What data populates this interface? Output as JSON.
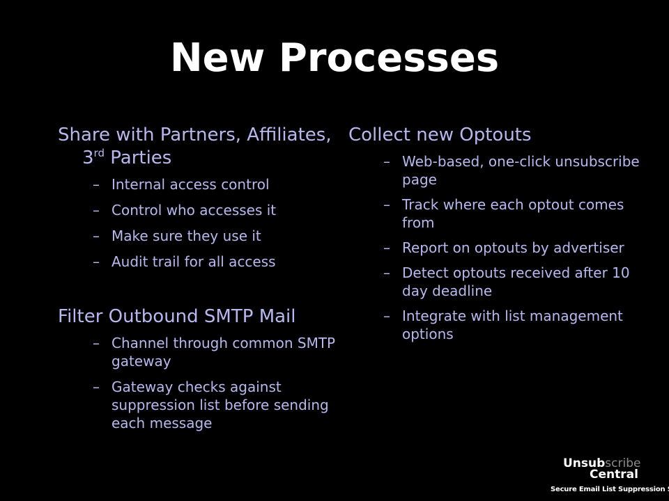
{
  "slide": {
    "title": "New Processes",
    "left": {
      "section1": {
        "heading_main": "Share with Partners, Affiliates, 3",
        "heading_sup": "rd",
        "heading_end": " Parties",
        "items": [
          "Internal access control",
          "Control who accesses it",
          "Make sure they use it",
          "Audit trail for all access"
        ]
      },
      "section2": {
        "heading": "Filter Outbound SMTP Mail",
        "items": [
          "Channel through common SMTP gateway",
          "Gateway checks against suppression list before sending each message"
        ]
      }
    },
    "right": {
      "heading": "Collect new Optouts",
      "items": [
        "Web-based, one-click unsubscribe page",
        "Track where each optout comes from",
        "Report on optouts by advertiser",
        "Detect optouts received after 10 day deadline",
        "Integrate with list management options"
      ]
    },
    "bullet_char": "–",
    "logo": {
      "word1_bold": "Unsub",
      "word1_dim": "scribe",
      "word2": "Central",
      "tagline": "Secure Email List Suppression Services"
    }
  }
}
